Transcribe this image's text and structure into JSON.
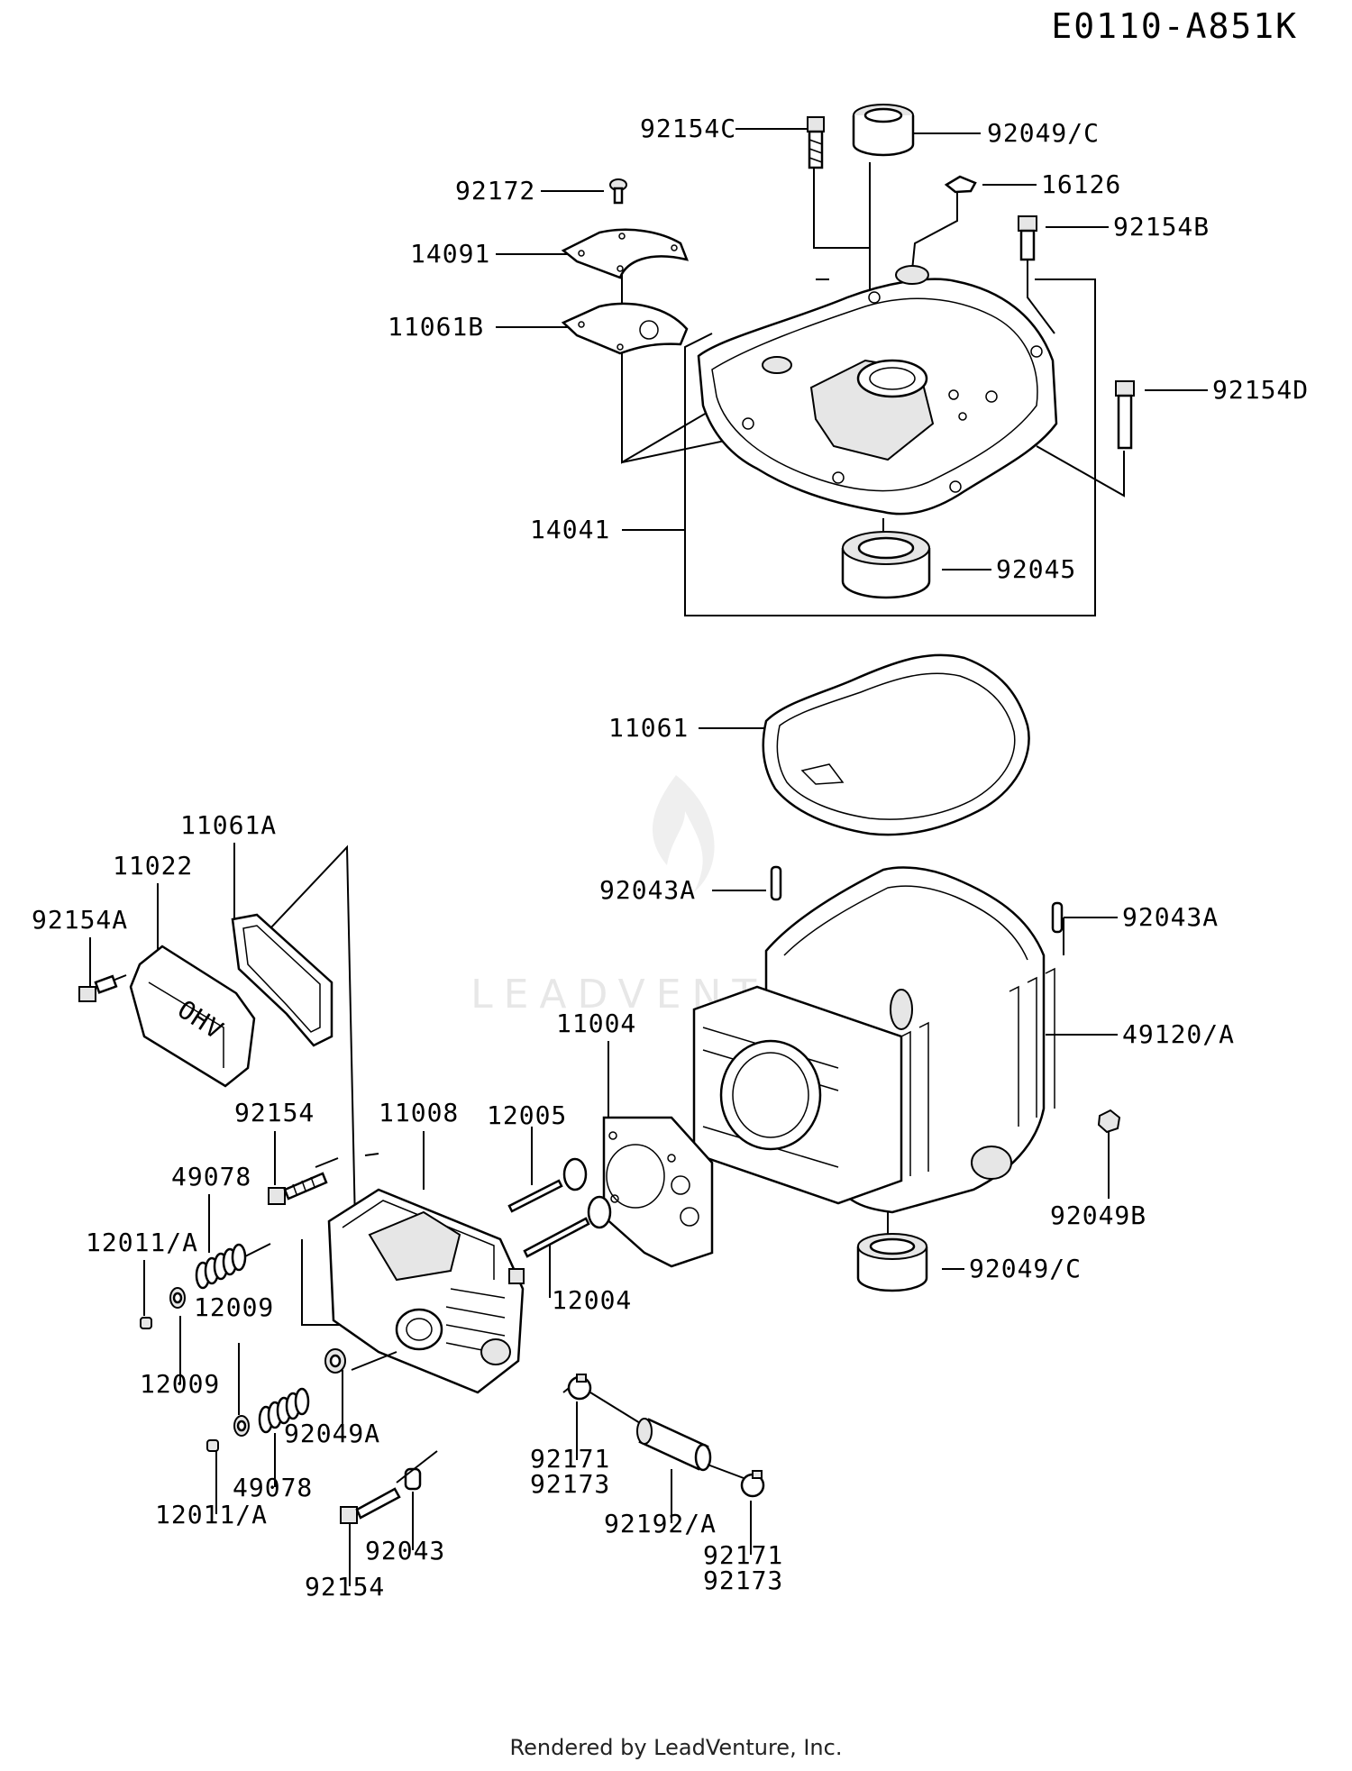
{
  "diagram_code": "E0110-A851K",
  "watermark": "LEADVENTURE",
  "footer": "Rendered by LeadVenture, Inc.",
  "labels": {
    "p92154C": "92154C",
    "p92049C_top": "92049/C",
    "p16126": "16126",
    "p92154B": "92154B",
    "p92172": "92172",
    "p14091": "14091",
    "p11061B": "11061B",
    "p92154D": "92154D",
    "p14041": "14041",
    "p92045": "92045",
    "p11061": "11061",
    "p11061A": "11061A",
    "p11022": "11022",
    "p92154A": "92154A",
    "p92043A_left": "92043A",
    "p92043A_right": "92043A",
    "p49120A": "49120/A",
    "p11004": "11004",
    "p92049B": "92049B",
    "p92049C_bottom": "92049/C",
    "p92154_upper": "92154",
    "p11008": "11008",
    "p12005": "12005",
    "p49078_upper": "49078",
    "p12011A_upper": "12011/A",
    "p12009_upper": "12009",
    "p12009_lower": "12009",
    "p12004": "12004",
    "p92049A": "92049A",
    "p49078_lower": "49078",
    "p12011A_lower": "12011/A",
    "p92171_mid": "92171",
    "p92173_mid": "92173",
    "p92192A": "92192/A",
    "p92171_right": "92171",
    "p92173_right": "92173",
    "p92043": "92043",
    "p92154_lower": "92154"
  },
  "engraving": "OHV"
}
